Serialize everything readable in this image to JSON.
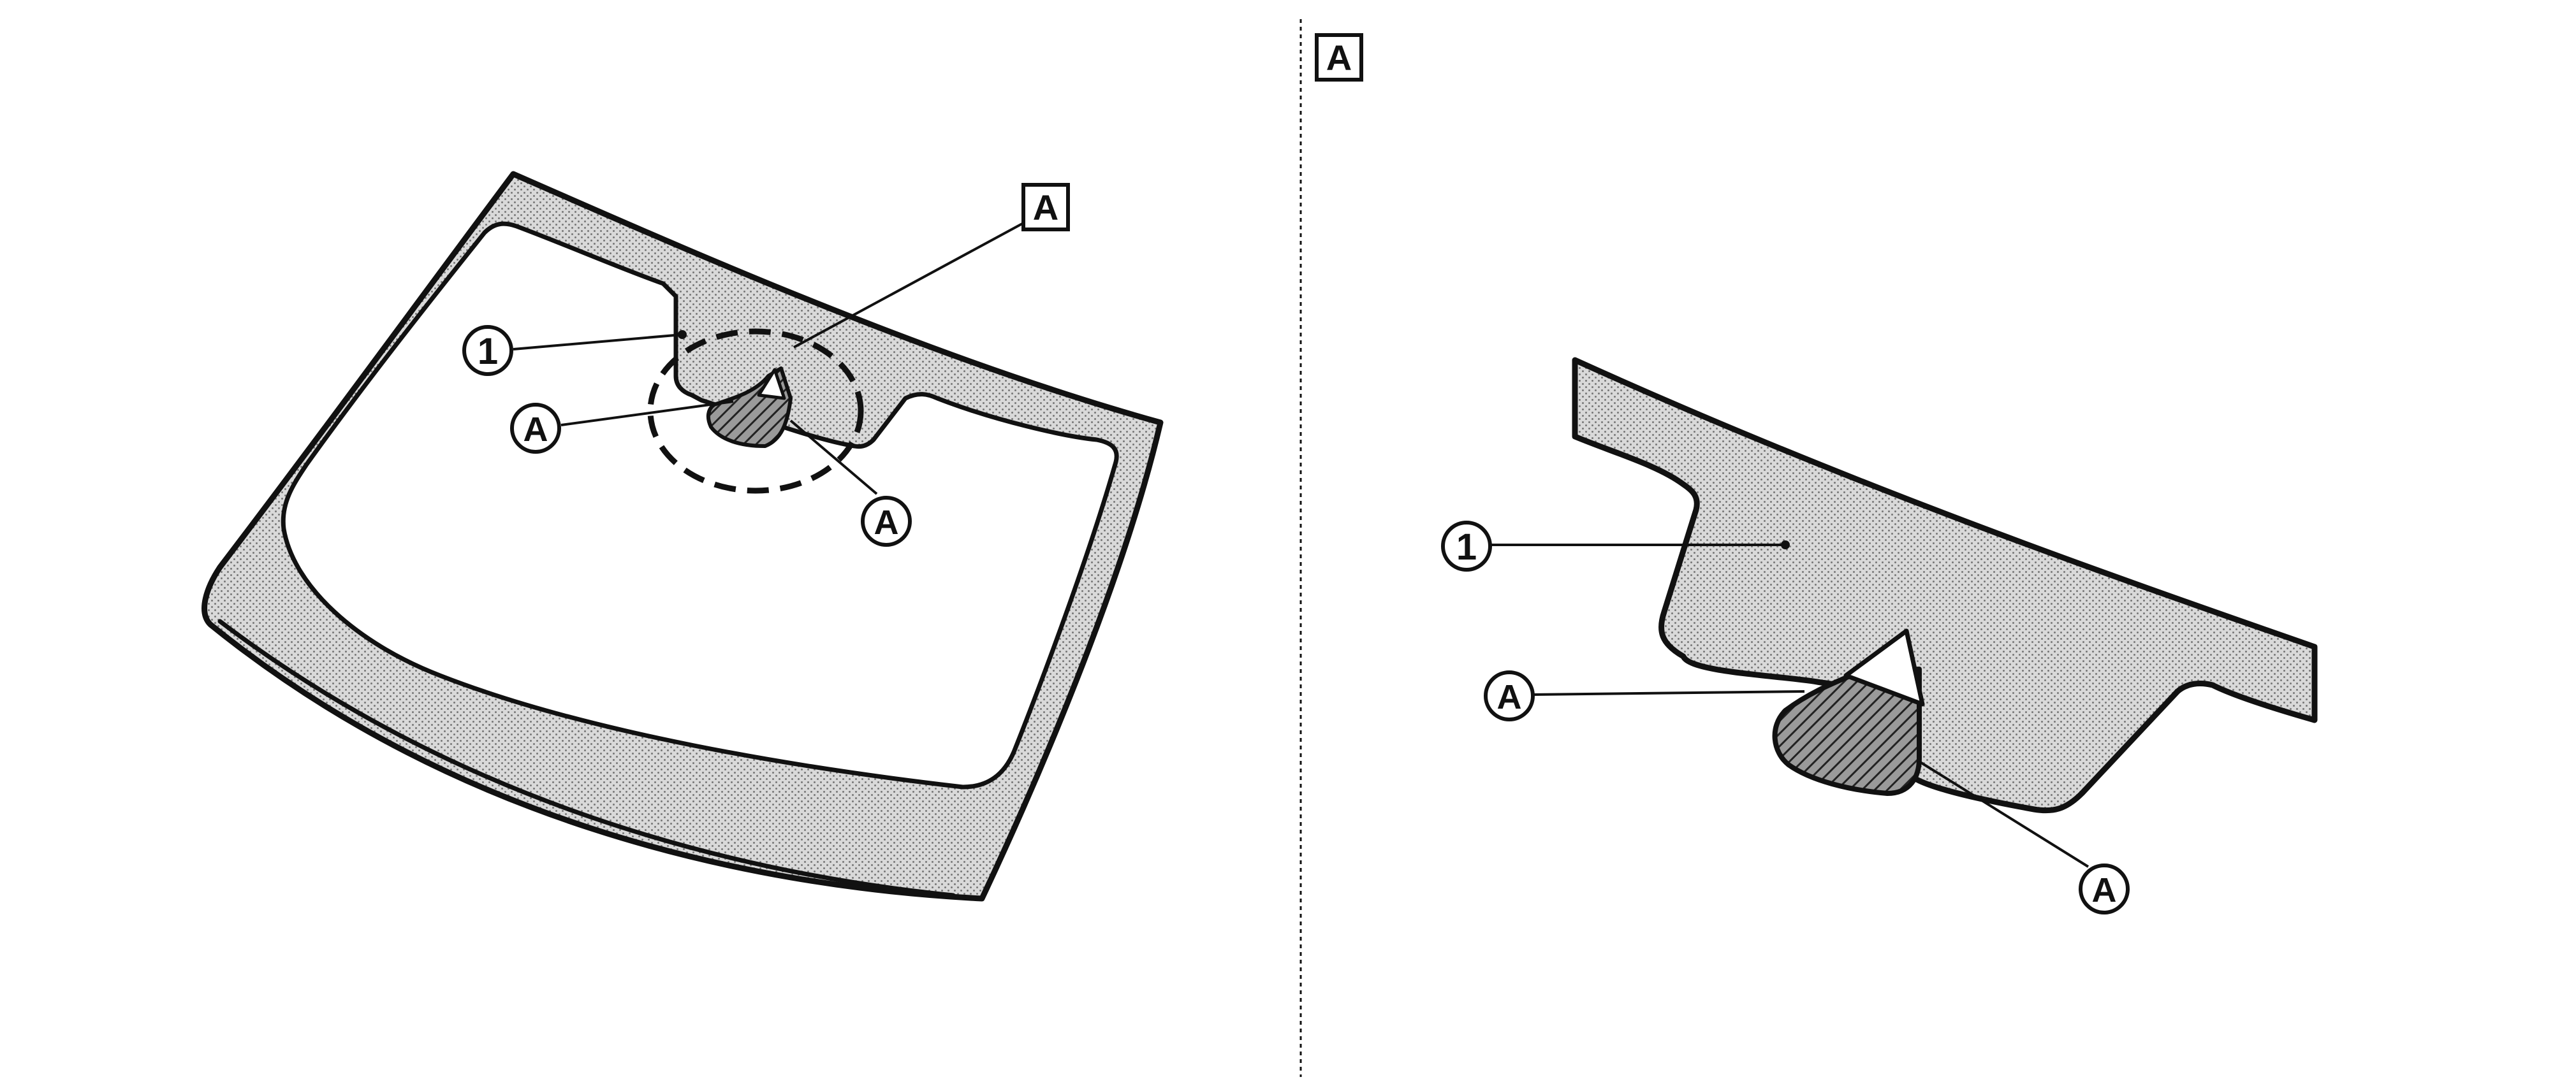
{
  "figure": {
    "left_panel": {
      "detail_box_label": "A",
      "callouts": [
        {
          "id": "part-1",
          "text": "1"
        },
        {
          "id": "area-a-left",
          "text": "A"
        },
        {
          "id": "area-a-right",
          "text": "A"
        }
      ]
    },
    "right_panel": {
      "detail_header_label": "A",
      "callouts": [
        {
          "id": "part-1",
          "text": "1"
        },
        {
          "id": "area-a-left",
          "text": "A"
        },
        {
          "id": "area-a-right",
          "text": "A"
        }
      ]
    },
    "colors": {
      "line": "#111111",
      "stipple_fill": "#d6d6d6",
      "hatch_fill": "#555555",
      "background": "#ffffff"
    }
  }
}
